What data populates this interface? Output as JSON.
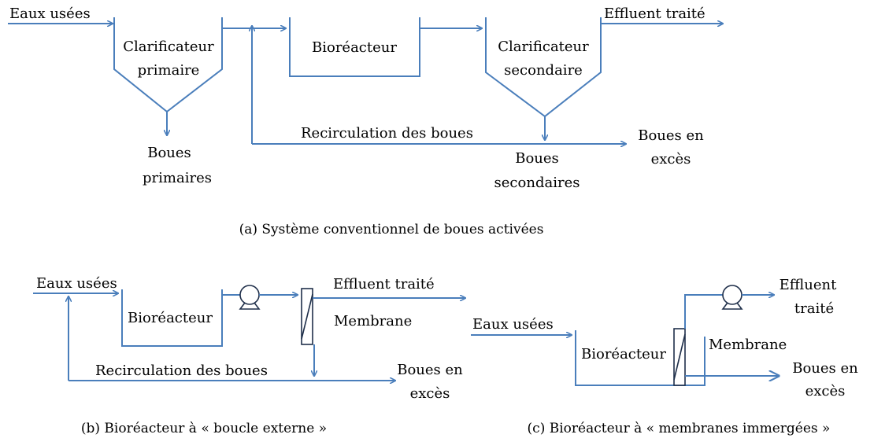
{
  "colors": {
    "line": "#4a7ebb",
    "equipment": "#1f2f4a",
    "text": "#000000",
    "background": "#ffffff"
  },
  "diagram_a": {
    "inlet": "Eaux usées",
    "primary_clarifier": [
      "Clarificateur",
      "primaire"
    ],
    "bioreactor": "Bioréacteur",
    "secondary_clarifier": [
      "Clarificateur",
      "secondaire"
    ],
    "effluent": "Effluent traité",
    "primary_sludge": [
      "Boues",
      "primaires"
    ],
    "recirculation": "Recirculation des boues",
    "secondary_sludge": [
      "Boues",
      "secondaires"
    ],
    "excess_sludge": [
      "Boues en",
      "excès"
    ],
    "caption": "(a) Système conventionnel de boues activées"
  },
  "diagram_b": {
    "inlet": "Eaux usées",
    "bioreactor": "Bioréacteur",
    "effluent": "Effluent traité",
    "membrane": "Membrane",
    "recirculation": "Recirculation des boues",
    "excess_sludge": [
      "Boues en",
      "excès"
    ],
    "caption": "(b) Bioréacteur à « boucle externe »"
  },
  "diagram_c": {
    "inlet": "Eaux usées",
    "bioreactor": "Bioréacteur",
    "effluent": [
      "Effluent",
      "traité"
    ],
    "membrane": "Membrane",
    "excess_sludge": [
      "Boues en",
      "excès"
    ],
    "caption": "(c) Bioréacteur à « membranes immergées »"
  }
}
